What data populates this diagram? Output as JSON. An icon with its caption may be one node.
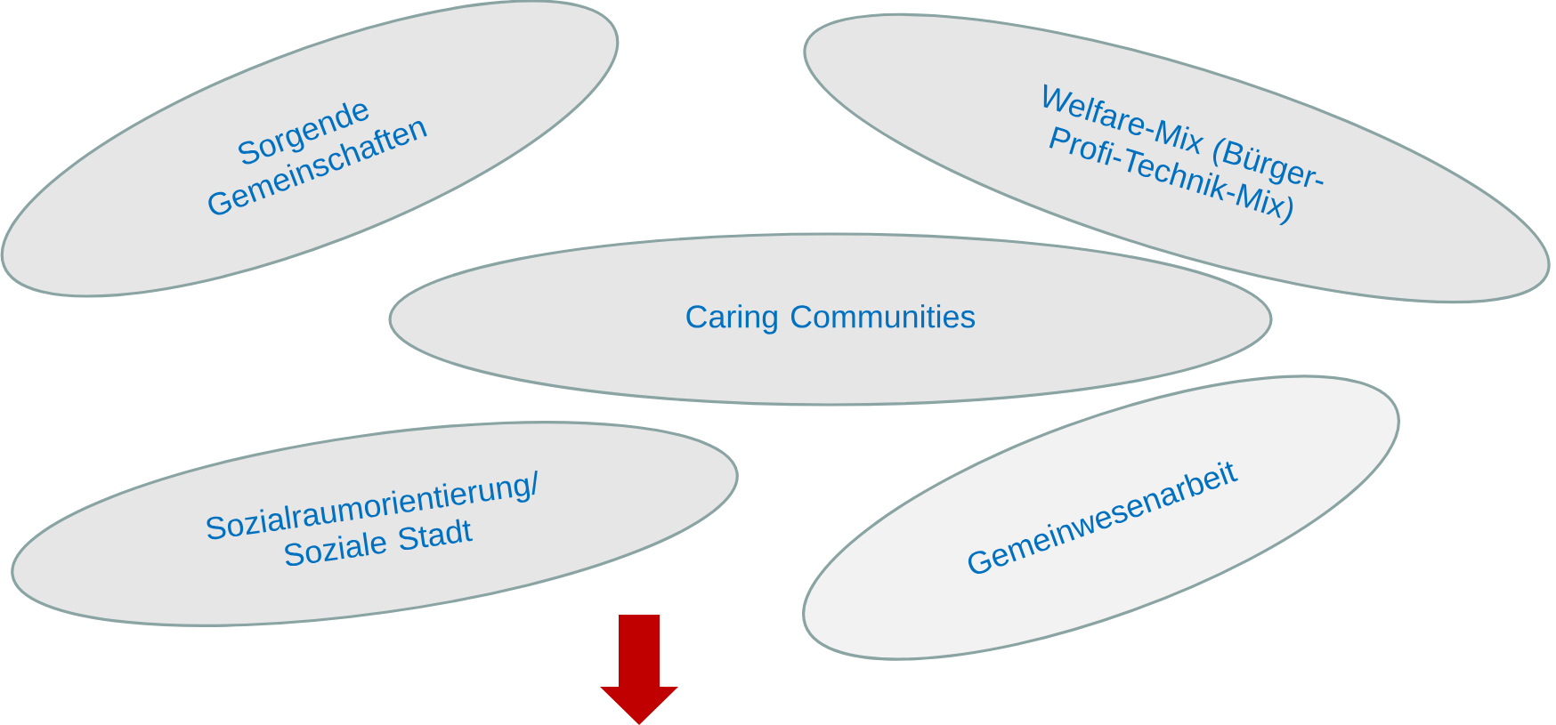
{
  "diagram": {
    "nodes": [
      {
        "text": [
          "Sorgende Gemeinschaften"
        ]
      },
      {
        "text": [
          "Welfare-Mix (Bürger-Profi-Technik-Mix)"
        ]
      },
      {
        "text": [
          "Caring Communities"
        ]
      },
      {
        "text": [
          "Sozialraumorientierung/ Soziale Stadt"
        ]
      },
      {
        "text": [
          "Gemeinwesenarbeit"
        ]
      }
    ]
  }
}
